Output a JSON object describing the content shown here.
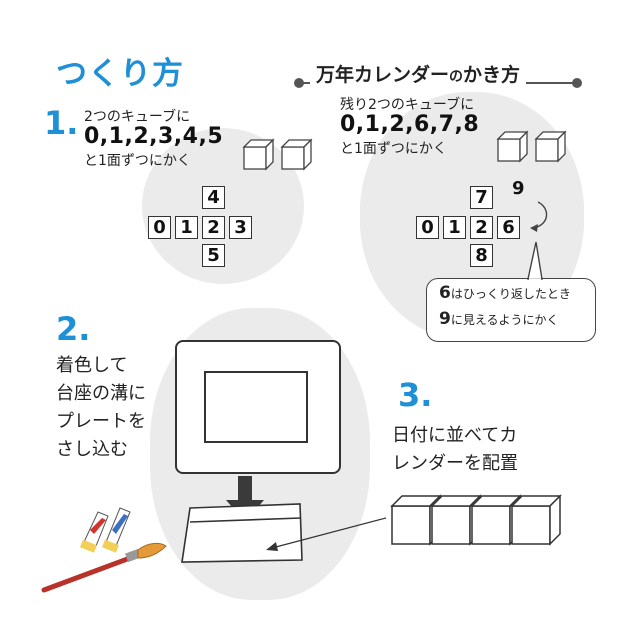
{
  "title": "つくり方",
  "subtitle": {
    "text": "万年カレンダー",
    "no": "の",
    "rest": "かき方"
  },
  "step1": {
    "number": "1.",
    "line1": "2つのキューブに",
    "digits": "0,1,2,3,4,5",
    "line3": "と1面ずつにかく",
    "net": {
      "top": "4",
      "row": [
        "0",
        "1",
        "2",
        "3"
      ],
      "bottom": "5"
    }
  },
  "step1b": {
    "line1": "残り2つのキューブに",
    "digits": "0,1,2,6,7,8",
    "line3": "と1面ずつにかく",
    "net": {
      "top": "7",
      "row": [
        "0",
        "1",
        "2",
        "6"
      ],
      "bottom": "8"
    },
    "nine": "9",
    "bubble": {
      "num1": "6",
      "text1": "はひっくり返したとき",
      "num2": "9",
      "text2": "に見えるようにかく"
    }
  },
  "step2": {
    "number": "2.",
    "lines": [
      "着色して",
      "台座の溝に",
      "プレートを",
      "さし込む"
    ]
  },
  "step3": {
    "number": "3.",
    "lines": [
      "日付に並べてカ",
      "レンダーを配置"
    ]
  },
  "colors": {
    "accent": "#1f8fd6",
    "blob": "#ebebeb",
    "paint_red": "#d0342c",
    "tube_blue": "#3a6fc4"
  }
}
